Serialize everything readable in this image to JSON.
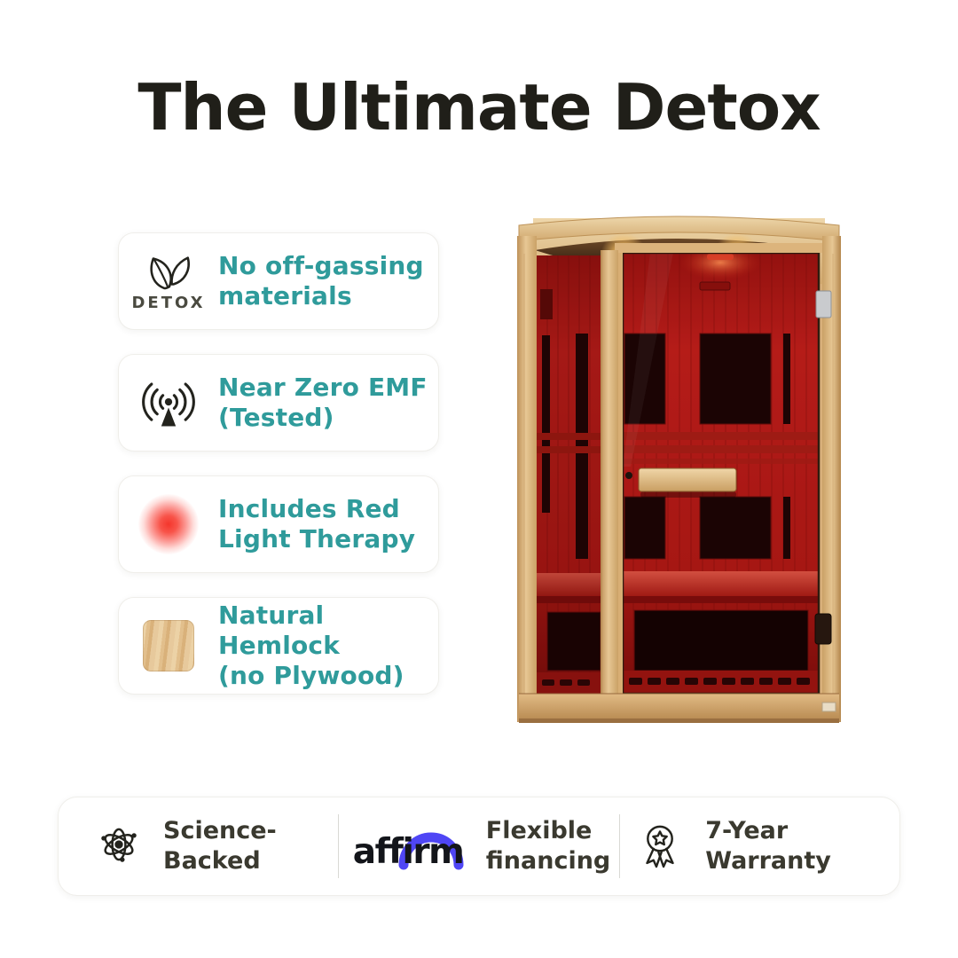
{
  "title": "The Ultimate Detox",
  "features": [
    {
      "icon": "detox-leaves-icon",
      "caption": "DETOX",
      "text": "No off-gassing\nmaterials"
    },
    {
      "icon": "emf-antenna-icon",
      "text": "Near Zero EMF\n(Tested)"
    },
    {
      "icon": "red-light-glow-icon",
      "text": "Includes Red\nLight Therapy"
    },
    {
      "icon": "hemlock-wood-swatch-icon",
      "text": "Natural Hemlock\n(no Plywood)"
    }
  ],
  "product": {
    "name": "two-person infrared sauna with red interior lighting"
  },
  "badges": [
    {
      "icon": "atom-icon",
      "text": "Science-\nBacked"
    },
    {
      "icon": "affirm-logo",
      "logo_text": "affirm",
      "text": "Flexible\nfinancing"
    },
    {
      "icon": "award-ribbon-icon",
      "text": "7-Year\nWarranty"
    }
  ],
  "colors": {
    "accent_teal": "#2f9b9b",
    "title_dark": "#201f19",
    "body_dark": "#3a392f",
    "affirm_blue": "#4f46f5",
    "red_light": "#f4362c"
  }
}
